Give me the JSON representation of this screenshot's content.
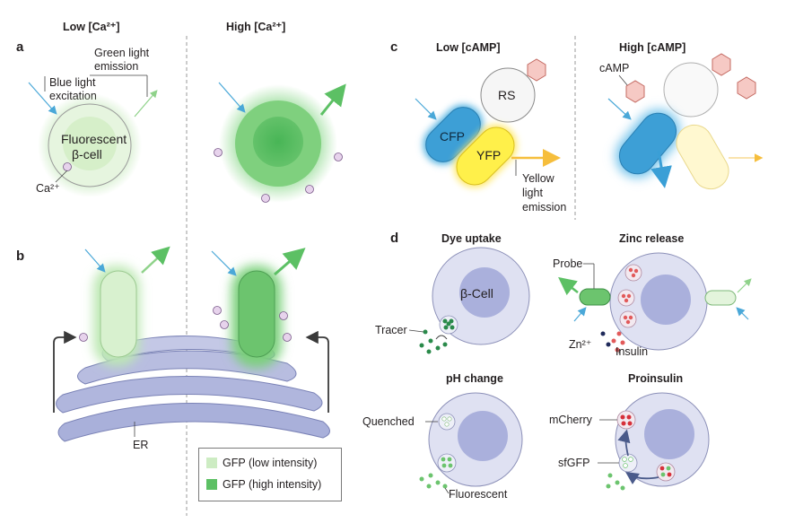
{
  "panel_a": {
    "letter": "a",
    "low_title": "Low [Ca²⁺]",
    "high_title": "High [Ca²⁺]",
    "blue_label": [
      "Blue light",
      "excitation"
    ],
    "green_label": [
      "Green light",
      "emission"
    ],
    "cell_label": [
      "Fluorescent",
      "β-cell"
    ],
    "ca_label": "Ca²⁺"
  },
  "panel_b": {
    "letter": "b",
    "er_label": "ER"
  },
  "legend": {
    "low": "GFP (low intensity)",
    "high": "GFP (high intensity)",
    "low_color": "#cdecc3",
    "high_color": "#5cc064"
  },
  "panel_c": {
    "letter": "c",
    "low_title": "Low [cAMP]",
    "high_title": "High [cAMP]",
    "rs_label": "RS",
    "cfp_label": "CFP",
    "yfp_label": "YFP",
    "yellow_label": [
      "Yellow",
      "light",
      "emission"
    ],
    "camp_label": "cAMP"
  },
  "panel_d": {
    "letter": "d",
    "dye_title": "Dye uptake",
    "zinc_title": "Zinc release",
    "ph_title": "pH change",
    "proinsulin_title": "Proinsulin",
    "beta_cell_label": "β-Cell",
    "tracer_label": "Tracer",
    "probe_label": "Probe",
    "zn_label": "Zn²⁺",
    "insulin_label": "Insulin",
    "quenched_label": "Quenched",
    "fluorescent_label": "Fluorescent",
    "mcherry_label": "mCherry",
    "sfgfp_label": "sfGFP"
  }
}
